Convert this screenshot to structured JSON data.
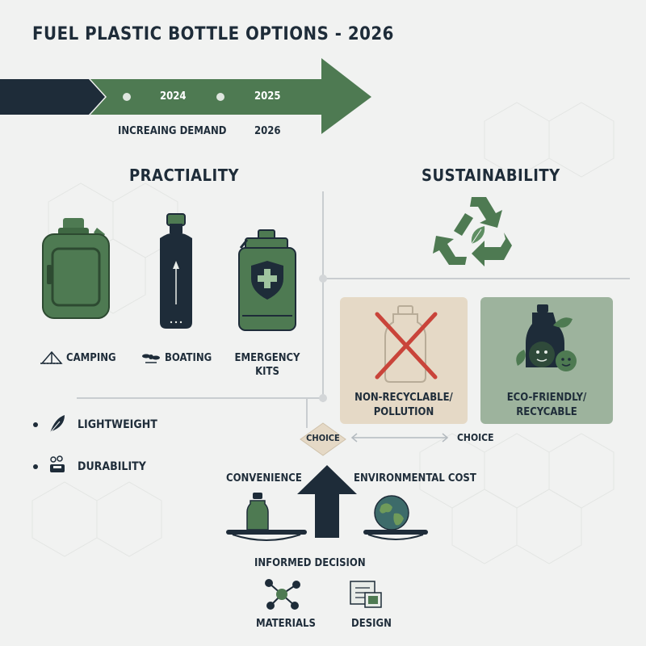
{
  "title": "FUEL PLASTIC BOTTLE OPTIONS - 2026",
  "timeline": {
    "year_1": "2024",
    "year_2": "2025",
    "demand_label": "INCREAING DEMAND",
    "year_3": "2026"
  },
  "practicality": {
    "title": "PRACTIALITY",
    "uses": [
      {
        "label": "CAMPING",
        "icon": "tent-icon"
      },
      {
        "label": "BOATING",
        "icon": "boat-propeller-icon"
      },
      {
        "label": "EMERGENCY\nKITS",
        "icon": ""
      }
    ],
    "bullets": [
      {
        "label": "LIGHTWEIGHT",
        "icon": "feather-icon"
      },
      {
        "label": "DURABILITY",
        "icon": "toolbox-icon"
      }
    ]
  },
  "sustainability": {
    "title": "SUSTAINABILITY",
    "cards": [
      {
        "label": "NON-RECYCLABLE/\nPOLLUTION",
        "color": "#e5d9c6"
      },
      {
        "label": "ECO-FRIENDLY/\nRECYCABLE",
        "color": "#9db39d"
      }
    ]
  },
  "choice": {
    "badge": "CHOICE",
    "label": "CHOICE"
  },
  "balance": {
    "left_label": "CONVENIENCE",
    "right_label": "ENVIRONMENTAL COST",
    "decision": "INFORMED DECISION",
    "factors": [
      {
        "label": "MATERIALS",
        "icon": "molecule-icon"
      },
      {
        "label": "DESIGN",
        "icon": "blueprint-icon"
      }
    ]
  },
  "colors": {
    "navy": "#1e2c39",
    "green": "#4e7a52",
    "light_green": "#5f8f63",
    "beige": "#e5d9c6",
    "sage": "#9db39d",
    "red": "#c9443a"
  }
}
